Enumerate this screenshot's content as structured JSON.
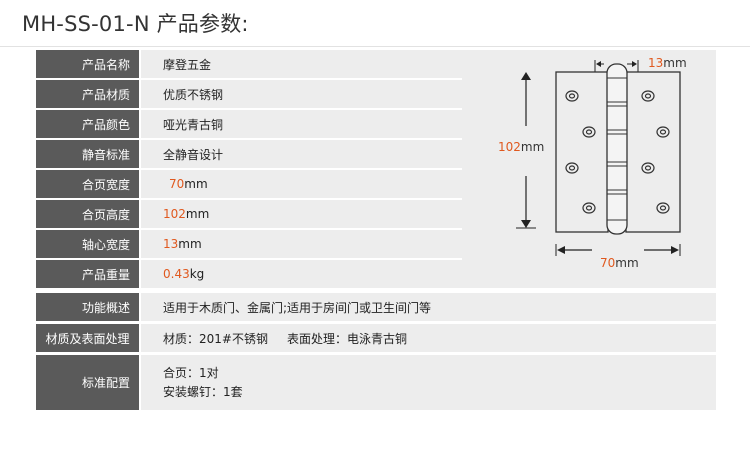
{
  "title": "MH-SS-01-N 产品参数:",
  "specs": [
    {
      "label": "产品名称",
      "value": "摩登五金"
    },
    {
      "label": "产品材质",
      "value": "优质不锈钢"
    },
    {
      "label": "产品颜色",
      "value": "哑光青古铜"
    },
    {
      "label": "静音标准",
      "value": "全静音设计"
    },
    {
      "label": "合页宽度",
      "num": "70",
      "unit": "mm"
    },
    {
      "label": "合页高度",
      "num": "102",
      "unit": "mm"
    },
    {
      "label": "轴心宽度",
      "num": "13",
      "unit": "mm"
    },
    {
      "label": "产品重量",
      "num": "0.43",
      "unit": "kg"
    }
  ],
  "wide_rows": [
    {
      "label": "功能概述",
      "lines": [
        "适用于木质门、金属门;适用于房间门或卫生间门等"
      ]
    },
    {
      "label": "材质及表面处理",
      "lines": [
        "材质：201#不锈钢     表面处理：电泳青古铜"
      ]
    },
    {
      "label": "标准配置",
      "lines": [
        "合页：1对",
        "安装螺钉：1套"
      ]
    }
  ],
  "diagram": {
    "axis_num": "13",
    "axis_unit": "mm",
    "height_num": "102",
    "height_unit": "mm",
    "width_num": "70",
    "width_unit": "mm"
  }
}
